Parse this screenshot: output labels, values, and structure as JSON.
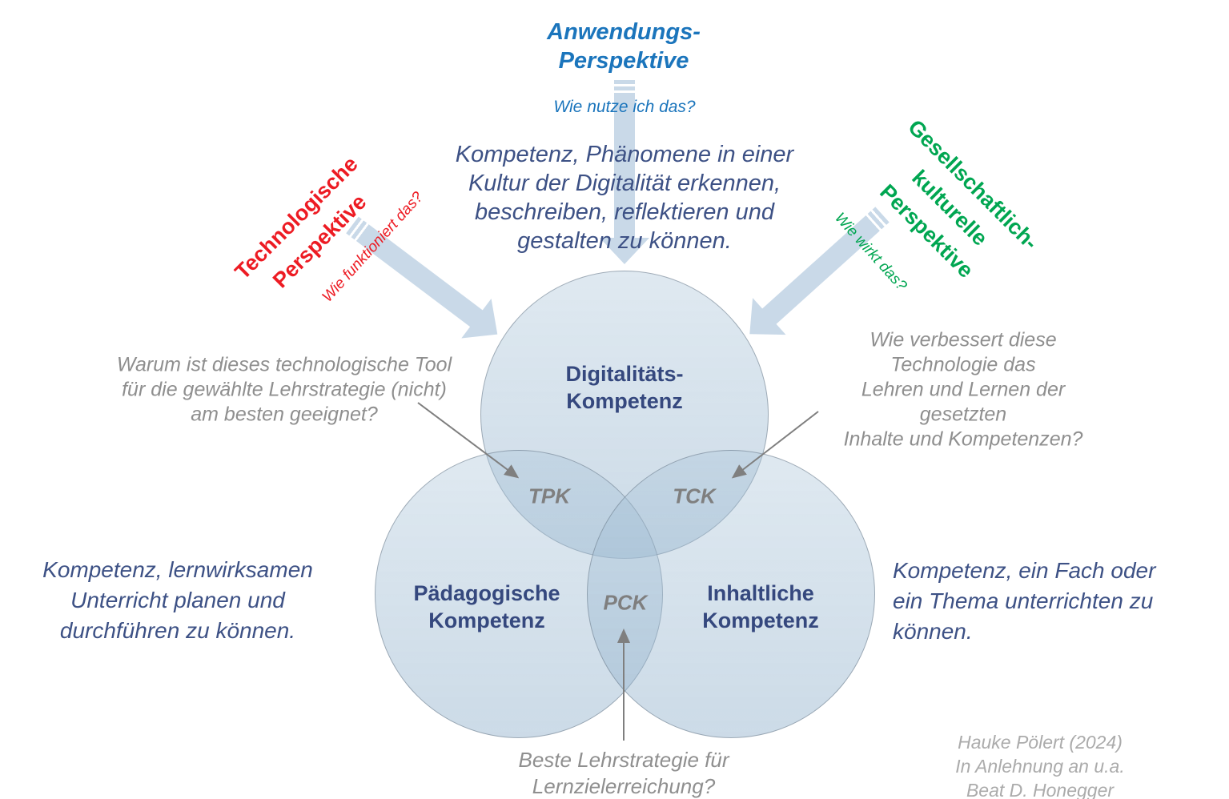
{
  "slide": {
    "perspectives": {
      "application": {
        "title": "Anwendungs-\nPerspektive",
        "question": "Wie nutze ich das?",
        "color": "#1B75BC"
      },
      "technological": {
        "title": "Technologische\nPerspektive",
        "question": "Wie funktioniert das?",
        "color": "#ED1B23"
      },
      "societal": {
        "title": "Gesellschaftlich-\nkulturelle\nPerspektive",
        "question": "Wie wirkt das?",
        "color": "#00A651"
      }
    },
    "central_statement": "Kompetenz, Phänomene in einer\nKultur der Digitalität erkennen,\nbeschreiben, reflektieren und\ngestalten zu können.",
    "venn": {
      "digital": {
        "label": "Digitalitäts-\nKompetenz"
      },
      "pedagogical": {
        "label": "Pädagogische\nKompetenz",
        "statement": "Kompetenz, lernwirksamen\nUnterricht planen und\ndurchführen zu können."
      },
      "content": {
        "label": "Inhaltliche\nKompetenz",
        "statement": "Kompetenz, ein Fach oder\nein Thema unterrichten zu\nkönnen."
      },
      "overlaps": {
        "tpk": "TPK",
        "tck": "TCK",
        "pck": "PCK"
      }
    },
    "annotations": {
      "tpk": "Warum ist dieses technologische Tool\nfür die gewählte Lehrstrategie (nicht)\nam besten geeignet?",
      "tck": "Wie verbessert diese Technologie das\nLehren und Lernen der gesetzten\nInhalte und Kompetenzen?",
      "pck": "Beste Lehrstrategie für\nLernzielerreichung?"
    },
    "credit": "Hauke Pölert (2024)\nIn Anlehnung an u.a. Beat D. Honegger",
    "colors": {
      "accent_blue": "#1B75BC",
      "accent_red": "#ED1B23",
      "accent_green": "#00A651",
      "navy_text": "#3D5185",
      "heading_navy": "#35487E",
      "gray_text": "#8F8F8F",
      "credit_gray": "#ABABAB",
      "overlap_gray": "#7F7F7F",
      "arrow_fill": "#C9D9E8",
      "circle_fill": "#D9E4EE"
    }
  }
}
